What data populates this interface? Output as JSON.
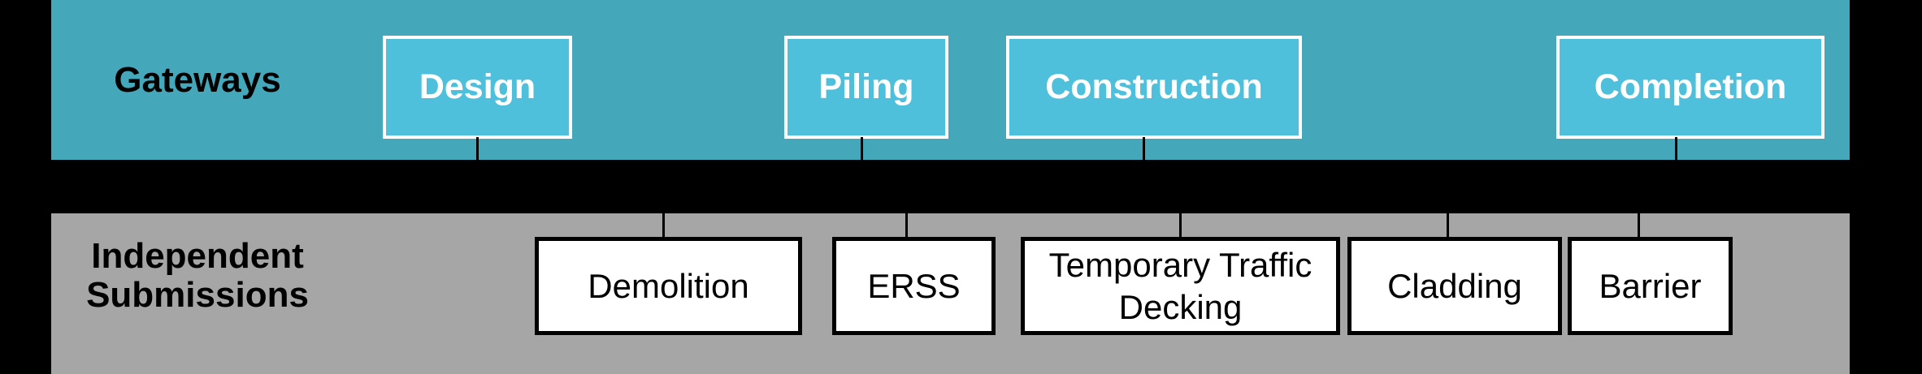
{
  "gateways_band": {
    "label": "Gateways",
    "boxes": [
      {
        "label": "Design"
      },
      {
        "label": "Piling"
      },
      {
        "label": "Construction"
      },
      {
        "label": "Completion"
      }
    ]
  },
  "submissions_band": {
    "label_line1": "Independent",
    "label_line2": "Submissions",
    "boxes": [
      {
        "label": "Demolition"
      },
      {
        "label": "ERSS"
      },
      {
        "label": "Temporary Traffic Decking"
      },
      {
        "label": "Cladding"
      },
      {
        "label": "Barrier"
      }
    ]
  },
  "colors": {
    "background": "#000000",
    "gateways_band_fill": "#45a8ba",
    "gateway_box_fill": "#4fc0db",
    "gateway_box_border": "#ffffff",
    "gateway_box_text": "#ffffff",
    "band_label_text": "#000000",
    "submissions_band_fill": "#a6a6a6",
    "submission_box_fill": "#ffffff",
    "submission_box_border": "#000000",
    "submission_box_text": "#000000",
    "connector": "#000000"
  }
}
